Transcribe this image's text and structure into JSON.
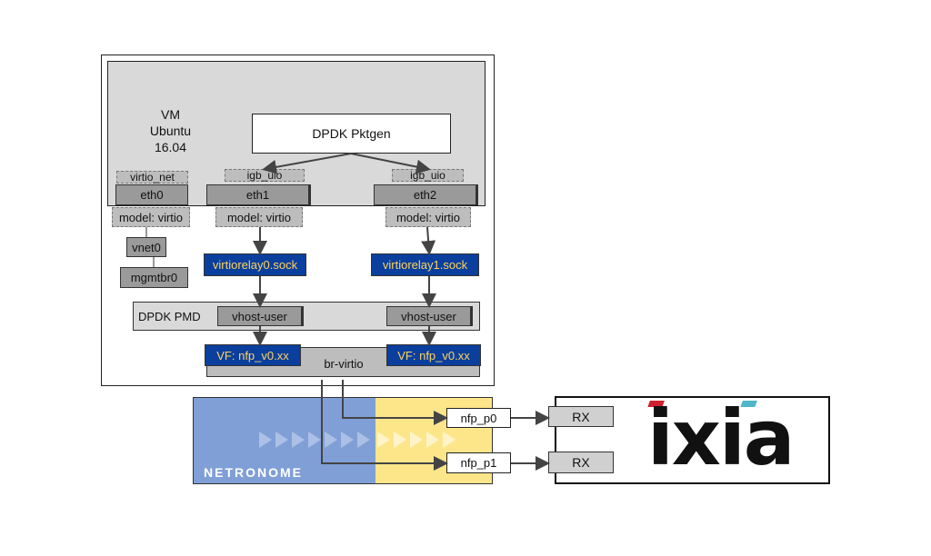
{
  "vm": {
    "title": "VM",
    "os": "Ubuntu 16.04",
    "app": "DPDK Pktgen",
    "drivers": {
      "eth0": "virtio_net",
      "eth1": "igb_uio",
      "eth2": "igb_uio"
    },
    "interfaces": {
      "eth0": "eth0",
      "eth1": "eth1",
      "eth2": "eth2"
    },
    "models": {
      "eth0": "model: virtio",
      "eth1": "model: virtio",
      "eth2": "model: virtio"
    }
  },
  "host": {
    "vnet": "vnet0",
    "bridge_mgmt": "mgmtbr0",
    "relays": [
      "virtiorelay0.sock",
      "virtiorelay1.sock"
    ],
    "pmd_label": "DPDK PMD",
    "vhost": [
      "vhost-user",
      "vhost-user"
    ],
    "vfs": [
      "VF: nfp_v0.xx",
      "VF: nfp_v0.xx"
    ],
    "br_virtio": "br-virtio"
  },
  "nic": {
    "brand": "NETRONOME",
    "ports": [
      "nfp_p0",
      "nfp_p1"
    ]
  },
  "ixia": {
    "logo": "ixia",
    "rx": [
      "RX",
      "RX"
    ]
  },
  "colors": {
    "vf_blue": "#0b3f9e",
    "vf_text": "#ffd35a",
    "netronome_blue": "#7f9fd6",
    "netronome_yellow": "#fde68a",
    "ixia_red": "#d0202f",
    "ixia_teal": "#4fb7c9"
  }
}
